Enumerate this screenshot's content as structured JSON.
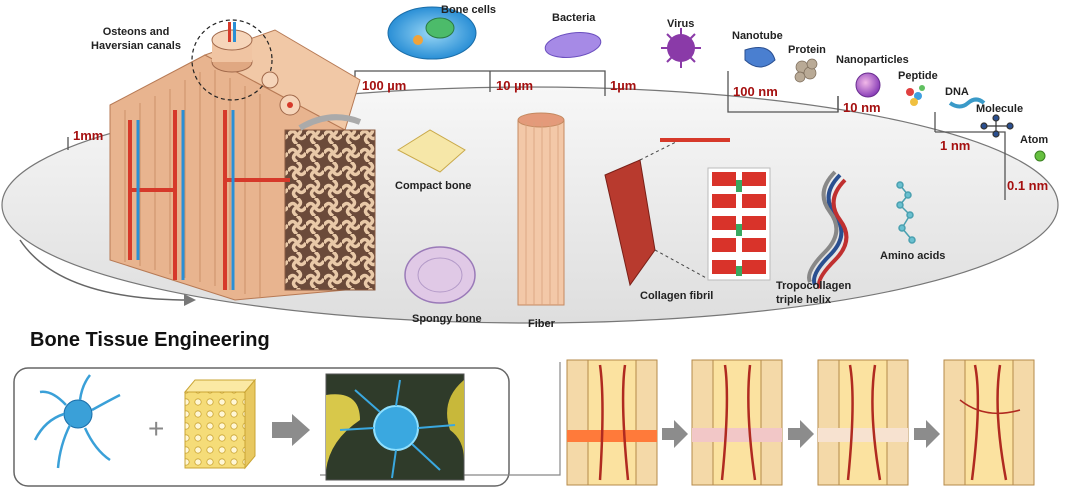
{
  "scale_labels": {
    "mm1": "1mm",
    "um100": "100 µm",
    "um10": "10 µm",
    "um1": "1µm",
    "nm100": "100 nm",
    "nm10": "10 nm",
    "nm1": "1 nm",
    "nm01": "0.1 nm"
  },
  "top_labels": {
    "osteons": "Osteons and Haversian canals",
    "bone_cells": "Bone cells",
    "bacteria": "Bacteria",
    "virus": "Virus",
    "nanotube": "Nanotube",
    "protein": "Protein",
    "nanoparticles": "Nanoparticles",
    "peptide": "Peptide",
    "dna": "DNA",
    "molecule": "Molecule",
    "atom": "Atom"
  },
  "structure_labels": {
    "compact_bone": "Compact bone",
    "spongy_bone": "Spongy bone",
    "fiber": "Fiber",
    "collagen_fibril": "Collagen fibril",
    "tropocollagen": "Tropocollagen triple helix",
    "amino_acids": "Amino acids"
  },
  "section_title": "Bone Tissue Engineering",
  "colors": {
    "scale_text": "#a51010",
    "bone_tan": "#e8b48f",
    "vessel_red": "#d6392a",
    "vessel_blue": "#2a8fd6",
    "marrow_yellow": "#f2d88a",
    "arrow_gray": "#8c8c8c",
    "ellipse_fill": "#ececec"
  }
}
